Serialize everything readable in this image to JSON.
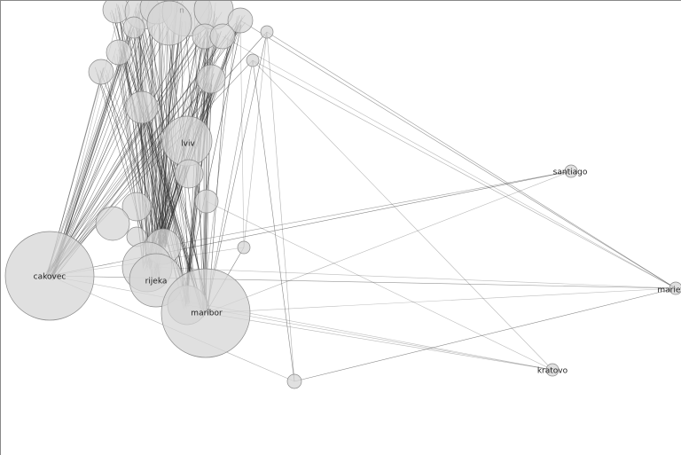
{
  "graph": {
    "title": "City network graph",
    "node_fill": "#d6d6d6",
    "node_stroke": "#8a8a8a",
    "edge_color": "#333333",
    "labels": {
      "cakovec": "cakovec",
      "rijeka": "rijeka",
      "maribor": "maribor",
      "lviv": "lviv",
      "santiago": "santiago",
      "marief": "marief",
      "kratovo": "kratovo",
      "top": "n"
    }
  }
}
